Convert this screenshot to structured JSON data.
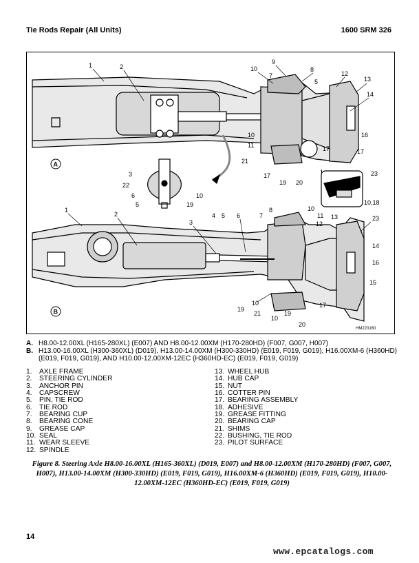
{
  "header": {
    "left": "Tie Rods Repair (All Units)",
    "right": "1600 SRM 326"
  },
  "figure": {
    "view_a": "A",
    "view_b": "B",
    "code": "HM220160",
    "callouts_a": [
      "1",
      "2",
      "10",
      "9",
      "8",
      "7",
      "5",
      "12",
      "13",
      "14",
      "16",
      "17",
      "17",
      "10",
      "11",
      "21",
      "17",
      "19",
      "20",
      "23",
      "3",
      "22",
      "6",
      "5",
      "10",
      "19",
      "10,18"
    ],
    "callouts_b": [
      "1",
      "2",
      "3",
      "4",
      "5",
      "6",
      "7",
      "8",
      "10",
      "11",
      "12",
      "13",
      "23",
      "14",
      "16",
      "15",
      "17",
      "10",
      "19",
      "21",
      "10",
      "19",
      "20"
    ]
  },
  "variants": [
    {
      "letter": "A.",
      "text": "H8.00-12.00XL (H165-280XL) (E007) AND H8.00-12.00XM (H170-280HD) (F007, G007, H007)"
    },
    {
      "letter": "B.",
      "text": "H13.00-16.00XL (H300-360XL) (D019), H13.00-14.00XM (H300-330HD) (E019, F019, G019), H16.00XM-6 (H360HD) (E019, F019, G019), AND H10.00-12.00XM-12EC (H360HD-EC) (E019, F019, G019)"
    }
  ],
  "legend_left": [
    {
      "num": "1.",
      "label": "AXLE FRAME"
    },
    {
      "num": "2.",
      "label": "STEERING CYLINDER"
    },
    {
      "num": "3.",
      "label": "ANCHOR PIN"
    },
    {
      "num": "4.",
      "label": "CAPSCREW"
    },
    {
      "num": "5.",
      "label": "PIN, TIE ROD"
    },
    {
      "num": "6.",
      "label": "TIE ROD"
    },
    {
      "num": "7.",
      "label": "BEARING CUP"
    },
    {
      "num": "8.",
      "label": "BEARING CONE"
    },
    {
      "num": "9.",
      "label": "GREASE CAP"
    },
    {
      "num": "10.",
      "label": "SEAL"
    },
    {
      "num": "11.",
      "label": "WEAR SLEEVE"
    },
    {
      "num": "12.",
      "label": "SPINDLE"
    }
  ],
  "legend_right": [
    {
      "num": "13.",
      "label": "WHEEL HUB"
    },
    {
      "num": "14.",
      "label": "HUB CAP"
    },
    {
      "num": "15.",
      "label": "NUT"
    },
    {
      "num": "16.",
      "label": "COTTER PIN"
    },
    {
      "num": "17.",
      "label": "BEARING ASSEMBLY"
    },
    {
      "num": "18.",
      "label": "ADHESIVE"
    },
    {
      "num": "19.",
      "label": "GREASE FITTING"
    },
    {
      "num": "20.",
      "label": "BEARING CAP"
    },
    {
      "num": "21.",
      "label": "SHIMS"
    },
    {
      "num": "22.",
      "label": "BUSHING, TIE ROD"
    },
    {
      "num": "23.",
      "label": "PILOT SURFACE"
    }
  ],
  "caption": "Figure 8. Steering Axle H8.00-16.00XL (H165-360XL) (D019, E007) and H8.00-12.00XM (H170-280HD) (F007, G007, H007), H13.00-14.00XM (H300-330HD) (E019, F019, G019), H16.00XM-6 (H360HD) (E019, F019, G019), H10.00-12.00XM-12EC (H360HD-EC) (E019, F019, G019)",
  "page_number": "14",
  "watermark": "www.epcatalogs.com"
}
